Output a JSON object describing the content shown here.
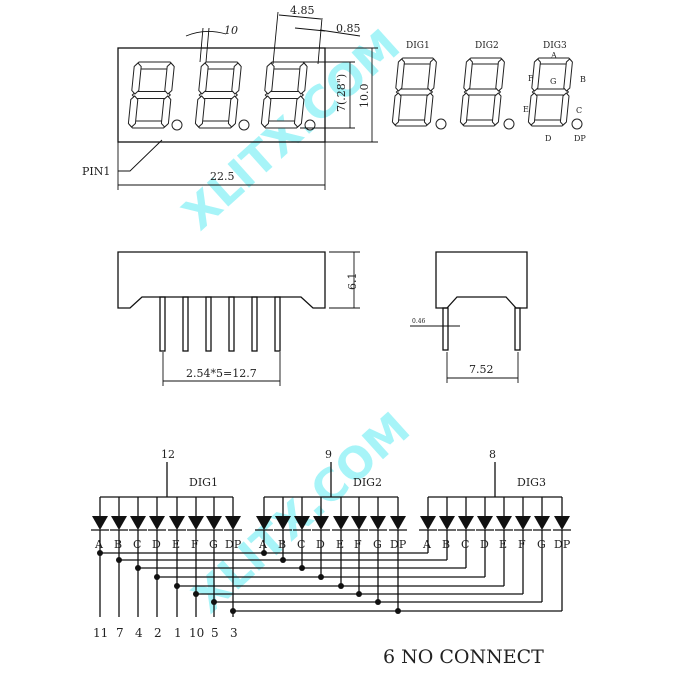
{
  "watermark": "XLITX.COM",
  "top_view": {
    "angle_label": "10",
    "digit_width_label": "4.85",
    "segment_width_label": "0.85",
    "digit_height_label": "7(.28\")",
    "height_label": "10.0",
    "width_label": "22.5",
    "pin1_label": "PIN1"
  },
  "segment_map": {
    "digit_labels": [
      "DIG1",
      "DIG2",
      "DIG3"
    ],
    "segments": {
      "a": "A",
      "b": "B",
      "c": "C",
      "d": "D",
      "e": "E",
      "f": "F",
      "g": "G",
      "dp": "DP"
    }
  },
  "side_view": {
    "height_label": "6.1",
    "pitch_label": "2.54*5=12.7"
  },
  "end_view": {
    "pin_diameter_label": "0.46",
    "row_spacing_label": "7.52"
  },
  "schematic": {
    "digits": [
      {
        "label": "DIG1",
        "common_pin": "12"
      },
      {
        "label": "DIG2",
        "common_pin": "9"
      },
      {
        "label": "DIG3",
        "common_pin": "8"
      }
    ],
    "segment_labels": [
      "A",
      "B",
      "C",
      "D",
      "E",
      "F",
      "G",
      "DP"
    ],
    "segment_pins": [
      "11",
      "7",
      "4",
      "2",
      "1",
      "10",
      "5",
      "3"
    ],
    "note": "6  NO  CONNECT"
  }
}
